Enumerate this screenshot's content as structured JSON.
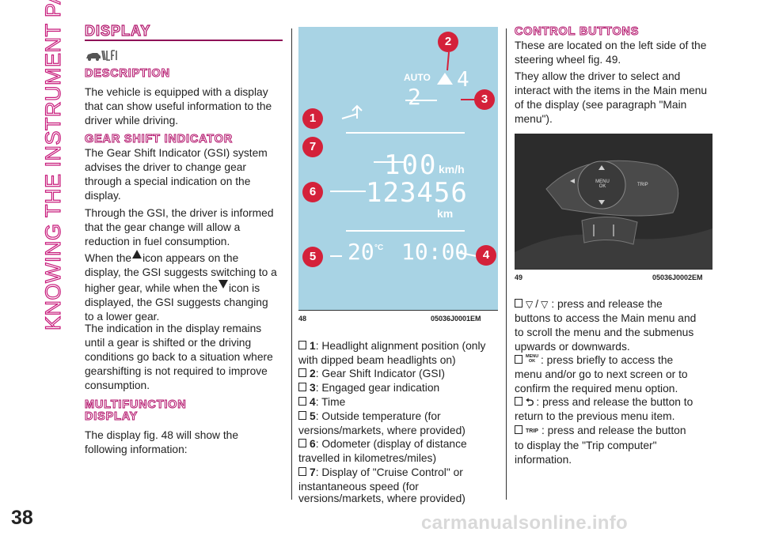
{
  "sidebar": {
    "section_title": "KNOWING THE INSTRUMENT PANEL",
    "page_number": "38"
  },
  "watermark": "carmanualsonline.info",
  "col1": {
    "title": "DISPLAY",
    "h_description": "DESCRIPTION",
    "p_description": [
      "The vehicle is equipped with a display",
      "that can show useful information to the",
      "driver while driving."
    ],
    "h_gsi": "GEAR SHIFT INDICATOR",
    "p_gsi1": [
      "The Gear Shift Indicator (GSI) system",
      "advises the driver to change gear",
      "through a special indication on the",
      "display."
    ],
    "p_gsi2": [
      "Through the GSI, the driver is informed",
      "that the gear change will allow a",
      "reduction in fuel consumption."
    ],
    "p_gsi3_a": "When the",
    "p_gsi3_b": "icon appears on the",
    "p_gsi3_c": "display, the GSI suggests switching to a",
    "p_gsi3_d": "higher gear, while when the",
    "p_gsi3_e": "icon is",
    "p_gsi3_f": "displayed, the GSI suggests changing",
    "p_gsi3_g": "to a lower gear.",
    "p_gsi4": [
      "The indication in the display remains",
      "until a gear is shifted or the driving",
      "conditions go back to a situation where",
      "gearshifting is not required to improve",
      "consumption."
    ],
    "h_multi_1": "MULTIFUNCTION",
    "h_multi_2": "DISPLAY",
    "p_multi": [
      "The display fig. 48 will show the",
      "following information:"
    ]
  },
  "fig48": {
    "number": "48",
    "code": "05036J0001EM",
    "auto": "AUTO",
    "gear_right": "4",
    "gear": "2",
    "speed": "100",
    "speed_unit": "km/h",
    "odometer": "123456",
    "odo_unit": "km",
    "temp": "20",
    "temp_unit": "°C",
    "time": "10:00",
    "callouts": [
      "1",
      "2",
      "3",
      "4",
      "5",
      "6",
      "7"
    ]
  },
  "col2": {
    "items": [
      {
        "num": "1",
        "text": ": Headlight alignment position (only",
        "cont": "with dipped beam headlights on)"
      },
      {
        "num": "2",
        "text": ": Gear Shift Indicator (GSI)"
      },
      {
        "num": "3",
        "text": ": Engaged gear indication"
      },
      {
        "num": "4",
        "text": ": Time"
      },
      {
        "num": "5",
        "text": ": Outside temperature (for",
        "cont": "versions/markets, where provided)"
      },
      {
        "num": "6",
        "text": ": Odometer (display of distance",
        "cont": "travelled in kilometres/miles)"
      },
      {
        "num": "7",
        "text": ": Display of \"Cruise Control\" or",
        "cont": "instantaneous speed (for",
        "cont2": "versions/markets, where provided)"
      }
    ]
  },
  "col3": {
    "h_control": "CONTROL BUTTONS",
    "p_control1": [
      "These are located on the left side of the",
      "steering wheel fig. 49."
    ],
    "p_control2": [
      "They allow the driver to select and",
      "interact with the items in the Main menu",
      "of the display (see paragraph \"Main",
      "menu\")."
    ],
    "fig49": {
      "number": "49",
      "code": "05036J0002EM",
      "btn_menu": "MENU OK",
      "btn_trip": "TRIP"
    },
    "b1": [
      ": press and release the",
      "buttons to access the Main menu and",
      "to scroll the menu and the submenus",
      "upwards or downwards."
    ],
    "b1_sep": "/",
    "b2_icon": "MENU OK",
    "b2": [
      ": press briefly to access the",
      "menu and/or go to next screen or to",
      "confirm the required menu option."
    ],
    "b3": [
      ": press and release the button to",
      "return to the previous menu item."
    ],
    "b4_icon": "TRIP",
    "b4": [
      ": press and release the button",
      "to display the \"Trip computer\"",
      "information."
    ]
  },
  "colors": {
    "accent": "#b2116a",
    "figure_bg": "#a8d3e4",
    "callout": "#d4213a"
  }
}
